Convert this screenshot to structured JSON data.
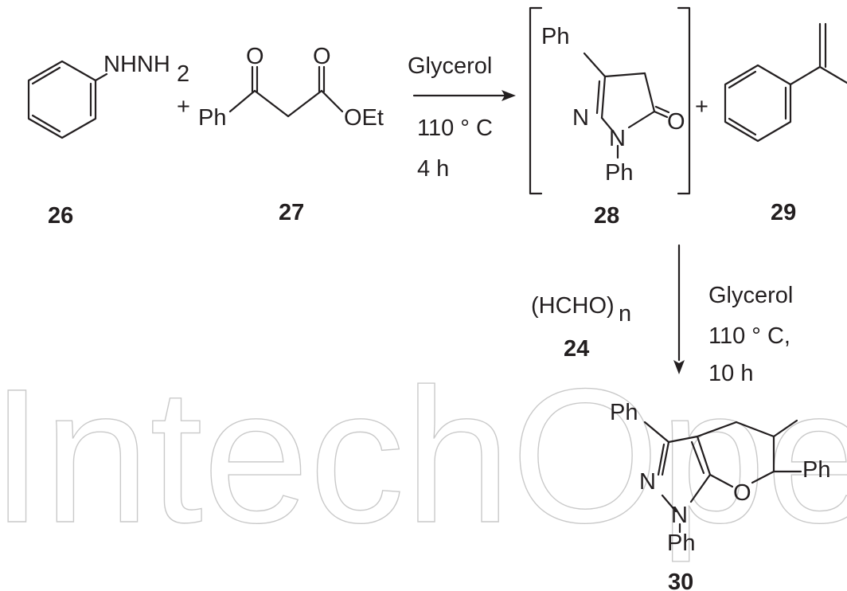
{
  "watermark": "IntechOpen",
  "compounds": {
    "c26": {
      "number": "26",
      "substituent": "NHNH",
      "subscript": "2"
    },
    "c27": {
      "number": "27",
      "ph": "Ph",
      "oxo1": "O",
      "oxo2": "O",
      "ester": "OEt"
    },
    "c28": {
      "number": "28",
      "ph_top": "Ph",
      "n1": "N",
      "n2": "N",
      "ph_bottom": "Ph",
      "oxo": "O"
    },
    "c29": {
      "number": "29"
    },
    "c24": {
      "number": "24",
      "formula": "(HCHO)",
      "subscript": "n"
    },
    "c30": {
      "number": "30",
      "ph_top": "Ph",
      "n1": "N",
      "n2": "N",
      "ph_bottom": "Ph",
      "o": "O",
      "ph_right": "Ph"
    }
  },
  "plus_signs": [
    "+",
    "+"
  ],
  "step1": {
    "solvent": "Glycerol",
    "temperature": "110 ° C",
    "time": "4 h"
  },
  "step2": {
    "solvent": "Glycerol",
    "temperature": "110 ° C,",
    "time": "10 h"
  }
}
